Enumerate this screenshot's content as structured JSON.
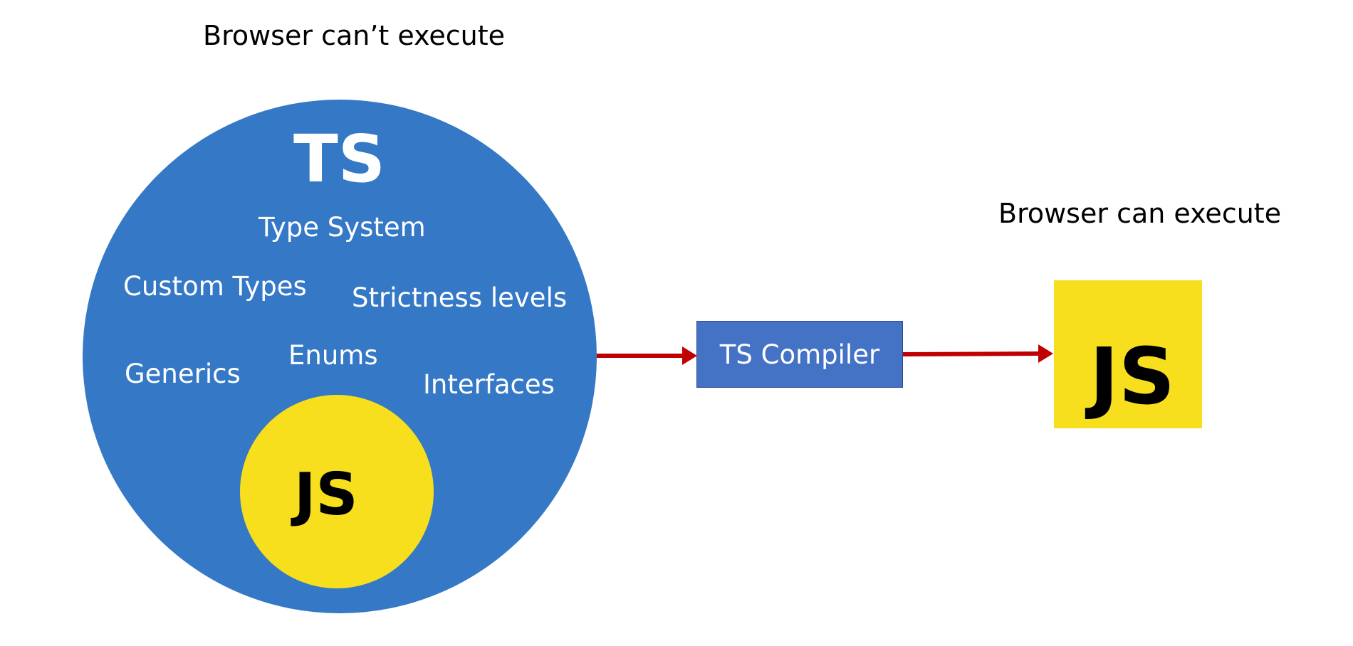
{
  "labels": {
    "left_caption": "Browser can’t execute",
    "right_caption": "Browser can execute",
    "ts_title": "TS",
    "js_inner": "JS",
    "js_output": "JS",
    "compiler": "TS Compiler"
  },
  "features": [
    "Type System",
    "Custom Types",
    "Strictness levels",
    "Generics",
    "Enums",
    "Interfaces"
  ],
  "colors": {
    "ts_blue": "#3478c6",
    "js_yellow": "#f7df1e",
    "compiler_blue": "#4472c4",
    "arrow_red": "#c00000"
  }
}
